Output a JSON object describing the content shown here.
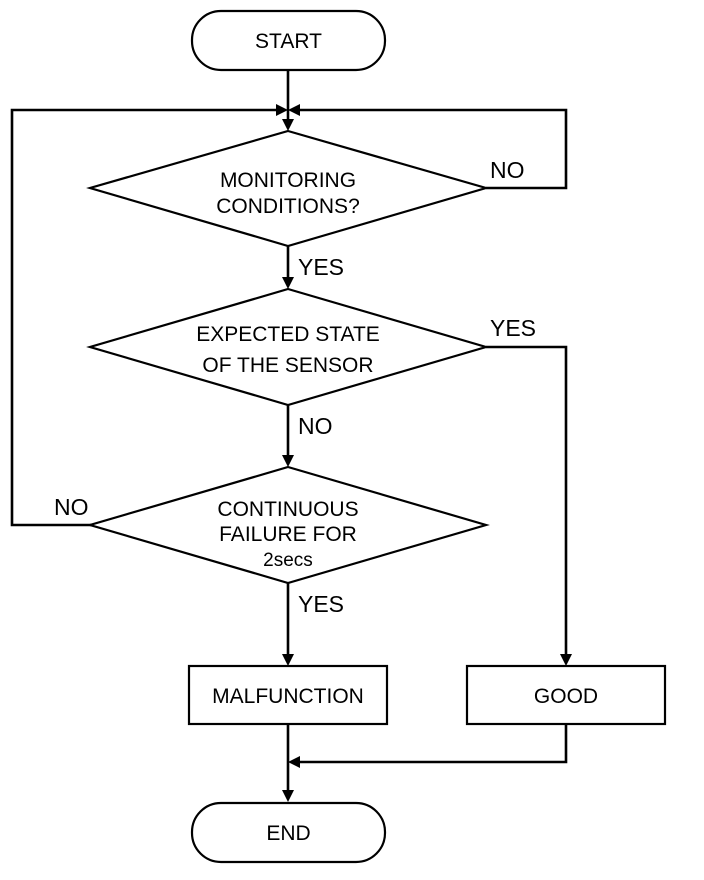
{
  "nodes": {
    "start": "START",
    "monitoring": [
      "MONITORING",
      "CONDITIONS?"
    ],
    "expected": [
      "EXPECTED STATE",
      "OF THE SENSOR"
    ],
    "continuous": [
      "CONTINUOUS",
      "FAILURE FOR",
      "2secs"
    ],
    "malfunction": "MALFUNCTION",
    "good": "GOOD",
    "end": "END"
  },
  "branches": {
    "monitoring_no": "NO",
    "monitoring_yes": "YES",
    "expected_yes": "YES",
    "expected_no": "NO",
    "continuous_no": "NO",
    "continuous_yes": "YES"
  }
}
